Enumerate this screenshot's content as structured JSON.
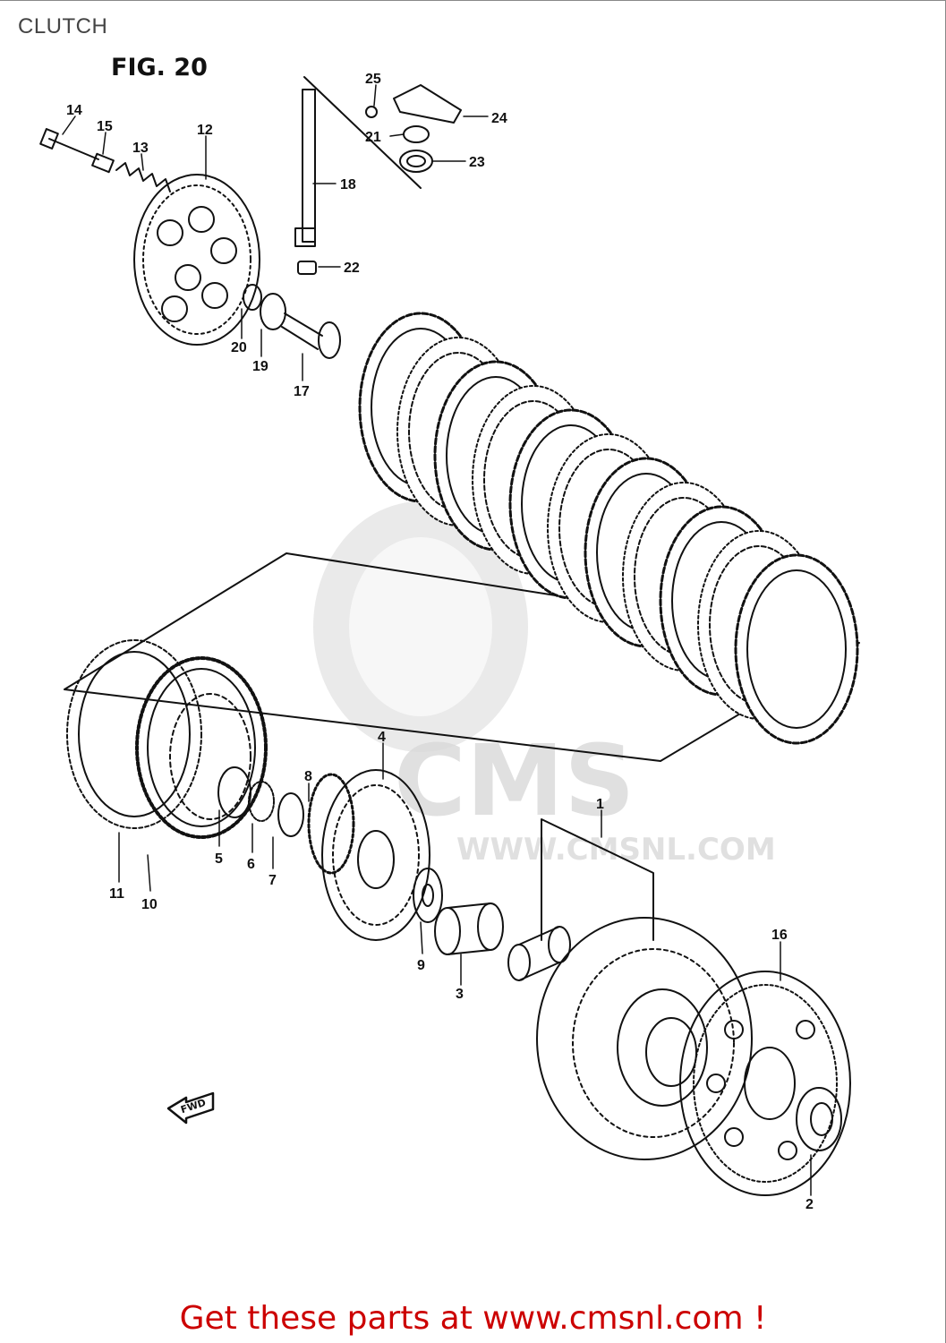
{
  "header": {
    "title": "CLUTCH",
    "figure": "FIG. 20"
  },
  "watermark": {
    "brand": "CMS",
    "site": "WWW.CMSNL.COM"
  },
  "arrow": {
    "label": "FWD"
  },
  "parts": [
    {
      "num": "1"
    },
    {
      "num": "2"
    },
    {
      "num": "3"
    },
    {
      "num": "4"
    },
    {
      "num": "5"
    },
    {
      "num": "6"
    },
    {
      "num": "7"
    },
    {
      "num": "8"
    },
    {
      "num": "9"
    },
    {
      "num": "10"
    },
    {
      "num": "11"
    },
    {
      "num": "12"
    },
    {
      "num": "13"
    },
    {
      "num": "14"
    },
    {
      "num": "15"
    },
    {
      "num": "16"
    },
    {
      "num": "17"
    },
    {
      "num": "18"
    },
    {
      "num": "19"
    },
    {
      "num": "20"
    },
    {
      "num": "21"
    },
    {
      "num": "22"
    },
    {
      "num": "23"
    },
    {
      "num": "24"
    },
    {
      "num": "25"
    }
  ],
  "footer": {
    "text": "Get these parts at www.cmsnl.com !"
  },
  "colors": {
    "line": "#111111",
    "footer": "#cc0000",
    "watermark": "#d9d9d9"
  }
}
